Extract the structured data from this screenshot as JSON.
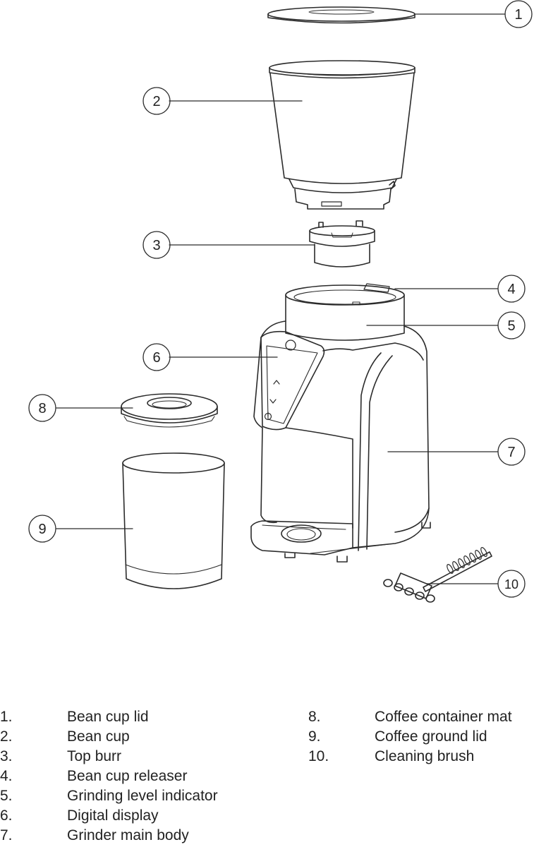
{
  "callouts": [
    "1",
    "2",
    "3",
    "4",
    "5",
    "6",
    "7",
    "8",
    "9",
    "10"
  ],
  "legend_left": [
    {
      "num": "1.",
      "label": "Bean cup lid"
    },
    {
      "num": "2.",
      "label": "Bean cup"
    },
    {
      "num": "3.",
      "label": "Top burr"
    },
    {
      "num": "4.",
      "label": "Bean cup releaser"
    },
    {
      "num": "5.",
      "label": "Grinding level indicator"
    },
    {
      "num": "6.",
      "label": "Digital display"
    },
    {
      "num": "7.",
      "label": "Grinder main body"
    }
  ],
  "legend_right": [
    {
      "num": "8.",
      "label": "Coffee container mat"
    },
    {
      "num": "9.",
      "label": "Coffee ground lid"
    },
    {
      "num": "10.",
      "label": "Cleaning brush"
    }
  ],
  "colors": {
    "line": "#2b2b2b",
    "light_line": "#6a6a6a",
    "background": "#ffffff"
  }
}
